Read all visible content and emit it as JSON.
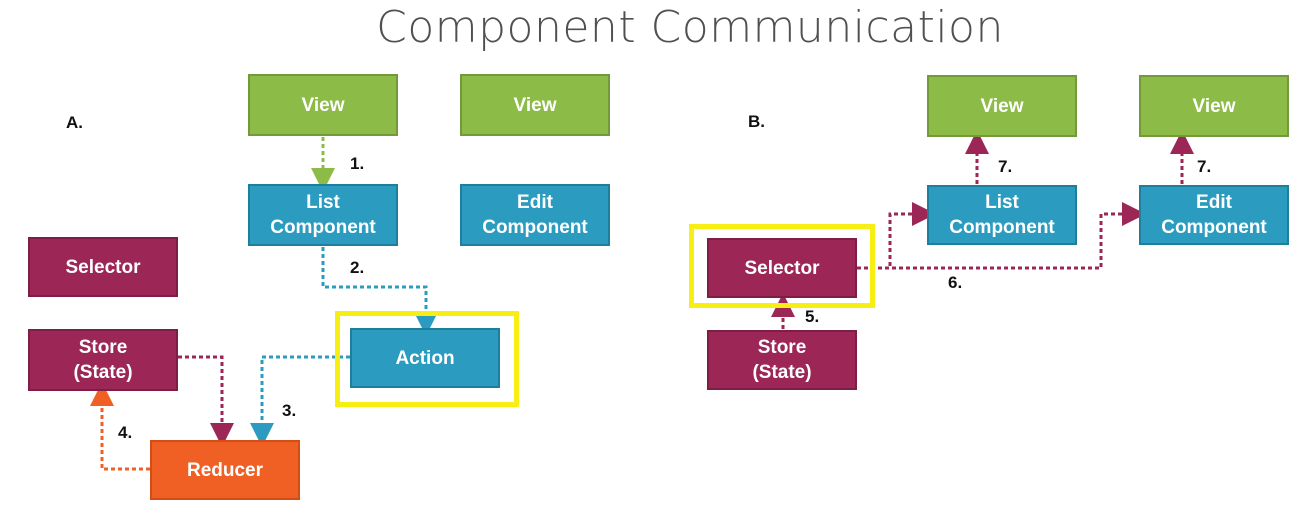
{
  "title": "Component Communication",
  "panel_a": {
    "label": "A.",
    "view1": "View",
    "view2": "View",
    "list_component": "List\nComponent",
    "edit_component": "Edit\nComponent",
    "selector": "Selector",
    "store": "Store\n(State)",
    "action": "Action",
    "reducer": "Reducer",
    "step1": "1.",
    "step2": "2.",
    "step3": "3.",
    "step4": "4."
  },
  "panel_b": {
    "label": "B.",
    "view1": "View",
    "view2": "View",
    "list_component": "List\nComponent",
    "edit_component": "Edit\nComponent",
    "selector": "Selector",
    "store": "Store\n(State)",
    "step5": "5.",
    "step6": "6.",
    "step7a": "7.",
    "step7b": "7."
  },
  "colors": {
    "view": "#8dbb47",
    "component": "#2b9cbf",
    "state": "#9c2757",
    "reducer": "#f06025",
    "highlight": "#f7ef14"
  }
}
